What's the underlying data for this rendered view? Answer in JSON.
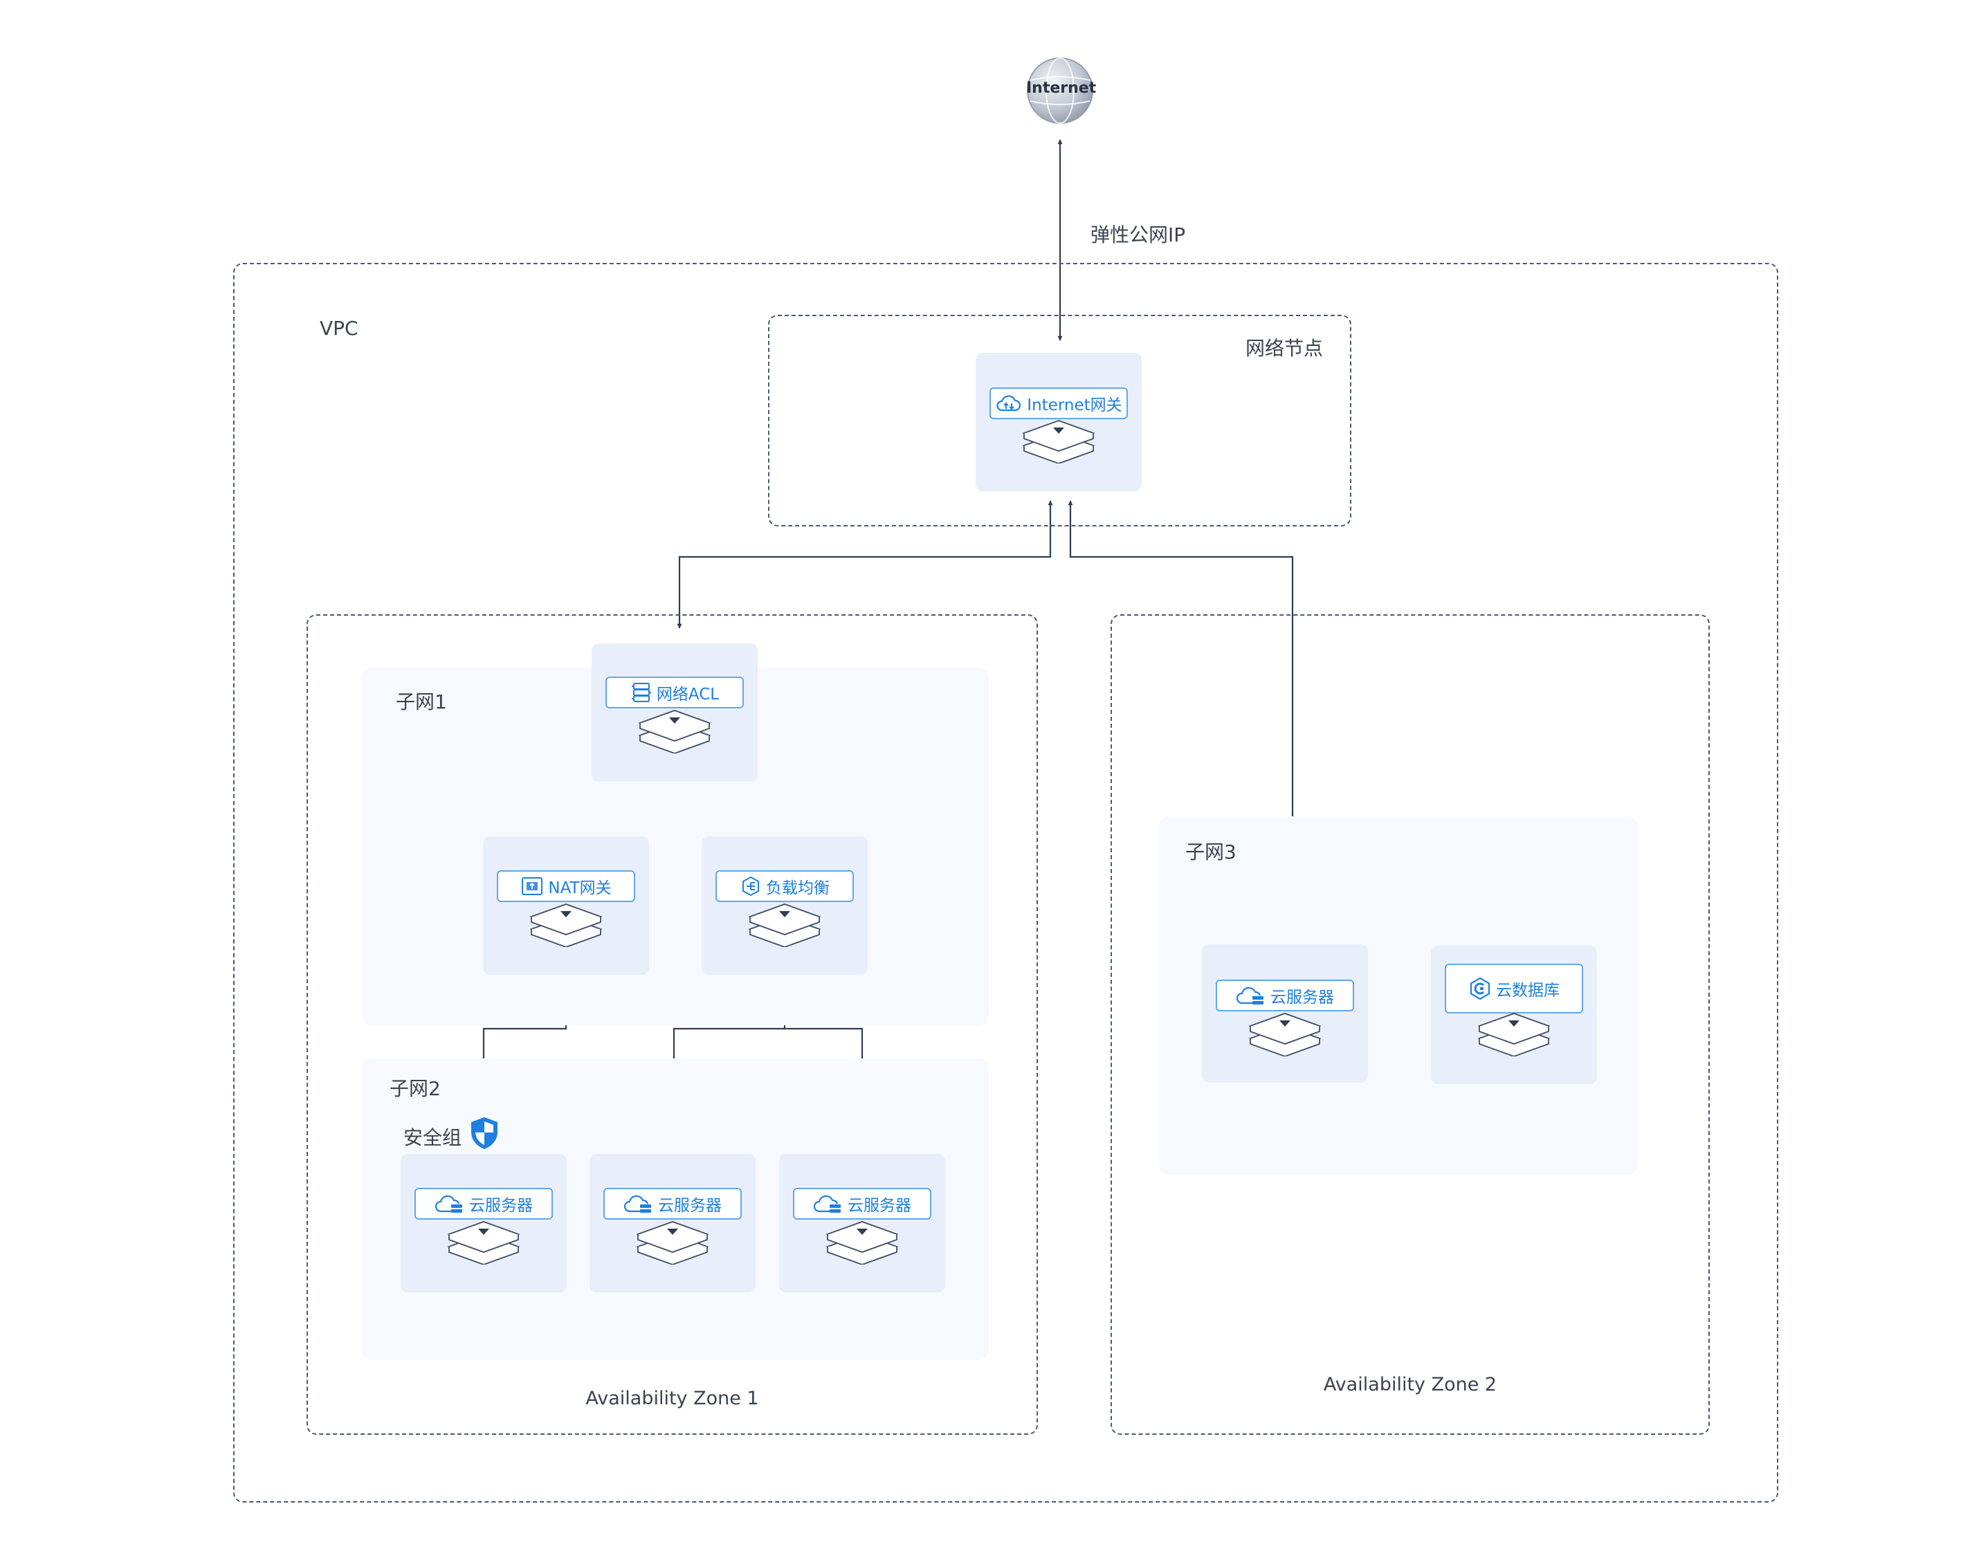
{
  "internet": {
    "label": "Internet"
  },
  "eip": {
    "label": "弹性公网IP"
  },
  "vpc": {
    "label": "VPC"
  },
  "network_node": {
    "label": "网络节点",
    "gateway_label": "Internet网关"
  },
  "az1": {
    "label": "Availability Zone 1",
    "subnet1": {
      "label": "子网1",
      "acl_label": "网络ACL",
      "nat_label": "NAT网关",
      "lb_label": "负载均衡"
    },
    "subnet2": {
      "label": "子网2",
      "security_group_label": "安全组",
      "servers": [
        {
          "label": "云服务器"
        },
        {
          "label": "云服务器"
        },
        {
          "label": "云服务器"
        }
      ]
    }
  },
  "az2": {
    "label": "Availability Zone 2",
    "subnet3": {
      "label": "子网3",
      "server_label": "云服务器",
      "database_label": "云数据库"
    }
  },
  "colors": {
    "accent": "#1e7fe0",
    "chip_border": "#5fa8ec",
    "line": "#2f3d55",
    "dash": "#4b5a72",
    "card": "#e9effa",
    "panel": "#f6f9fe"
  }
}
